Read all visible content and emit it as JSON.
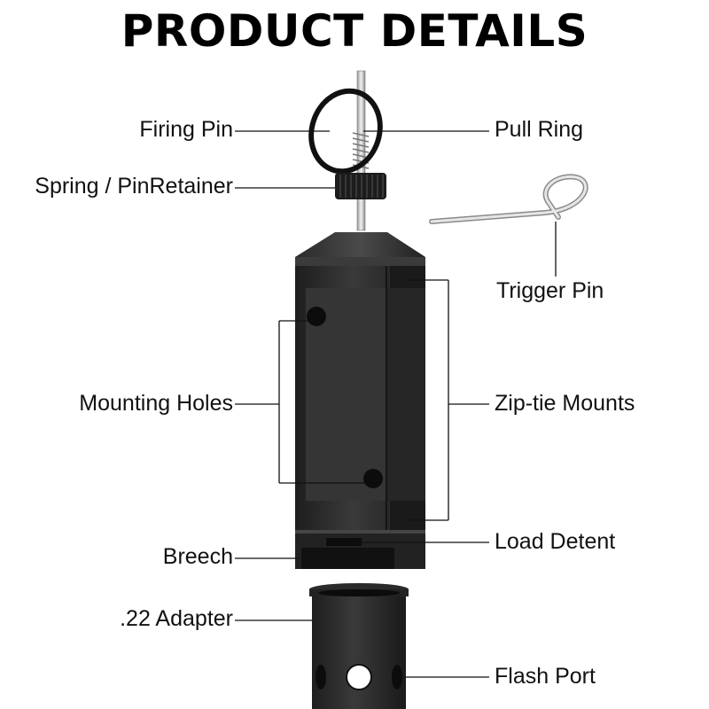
{
  "title": "PRODUCT DETAILS",
  "labels": {
    "firing_pin": "Firing Pin",
    "pull_ring": "Pull Ring",
    "spring_retainer": "Spring / PinRetainer",
    "trigger_pin": "Trigger Pin",
    "mounting_holes": "Mounting Holes",
    "zip_tie_mounts": "Zip-tie Mounts",
    "breech": "Breech",
    "load_detent": "Load Detent",
    "adapter_22": ".22 Adapter",
    "flash_port": "Flash Port"
  },
  "colors": {
    "body": "#2b2b2b",
    "body_light": "#3c3c3c",
    "metal": "#c8c8c8",
    "leader": "#111111"
  }
}
